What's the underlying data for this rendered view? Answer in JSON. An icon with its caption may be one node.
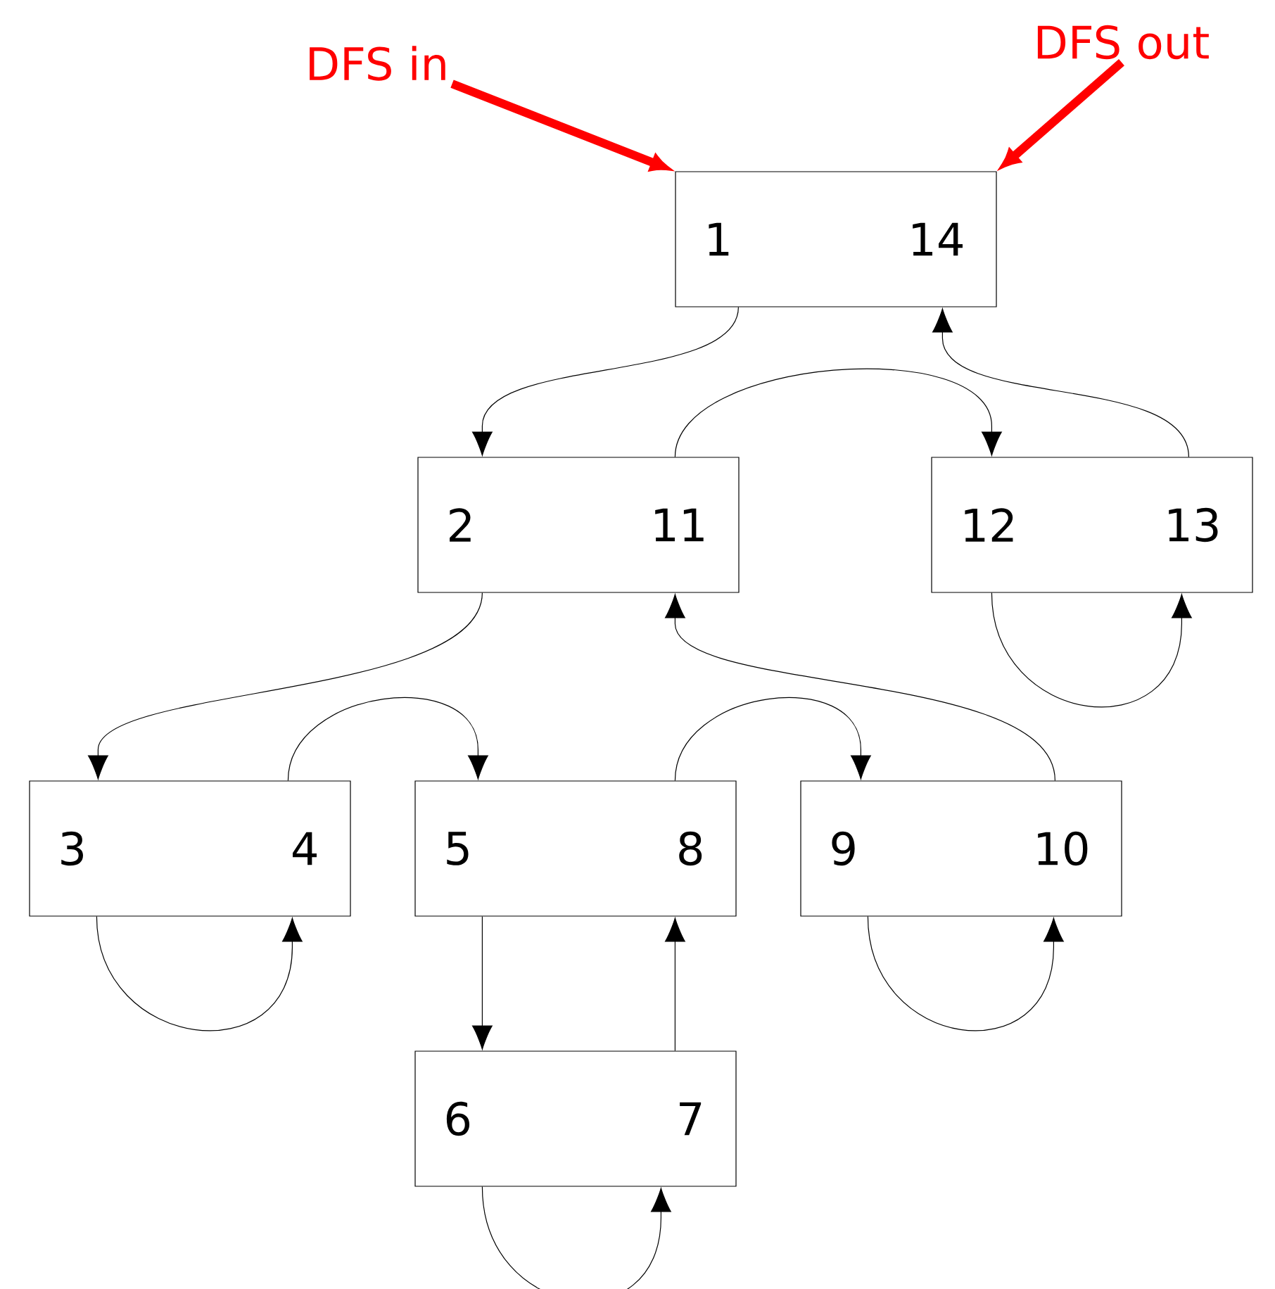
{
  "diagram": {
    "nodes": [
      {
        "text": [
          "1",
          "14"
        ]
      },
      {
        "text": [
          "2",
          "11"
        ]
      },
      {
        "text": [
          "12",
          "13"
        ]
      },
      {
        "text": [
          "3",
          "4"
        ]
      },
      {
        "text": [
          "5",
          "8"
        ]
      },
      {
        "text": [
          "9",
          "10"
        ]
      },
      {
        "text": [
          "6",
          "7"
        ]
      },
      {
        "text": [
          "DFS in"
        ]
      },
      {
        "text": [
          "DFS out"
        ]
      }
    ],
    "edges": [
      {
        "from": 0,
        "to": 1,
        "arrow": "to"
      },
      {
        "from": 1,
        "to": 2,
        "arrow": "to"
      },
      {
        "from": 2,
        "to": 2,
        "arrow": "to"
      },
      {
        "from": 2,
        "to": 0,
        "arrow": "to"
      },
      {
        "from": 1,
        "to": 3,
        "arrow": "to"
      },
      {
        "from": 3,
        "to": 3,
        "arrow": "to"
      },
      {
        "from": 3,
        "to": 4,
        "arrow": "to"
      },
      {
        "from": 4,
        "to": 6,
        "arrow": "to"
      },
      {
        "from": 6,
        "to": 6,
        "arrow": "to"
      },
      {
        "from": 6,
        "to": 4,
        "arrow": "to"
      },
      {
        "from": 4,
        "to": 5,
        "arrow": "to"
      },
      {
        "from": 5,
        "to": 5,
        "arrow": "to"
      },
      {
        "from": 5,
        "to": 1,
        "arrow": "to"
      },
      {
        "from": 7,
        "to": 0,
        "arrow": "to",
        "style": "thick",
        "color": "#ff0000"
      },
      {
        "from": 8,
        "to": 0,
        "arrow": "to",
        "style": "thick",
        "color": "#ff0000"
      }
    ]
  }
}
